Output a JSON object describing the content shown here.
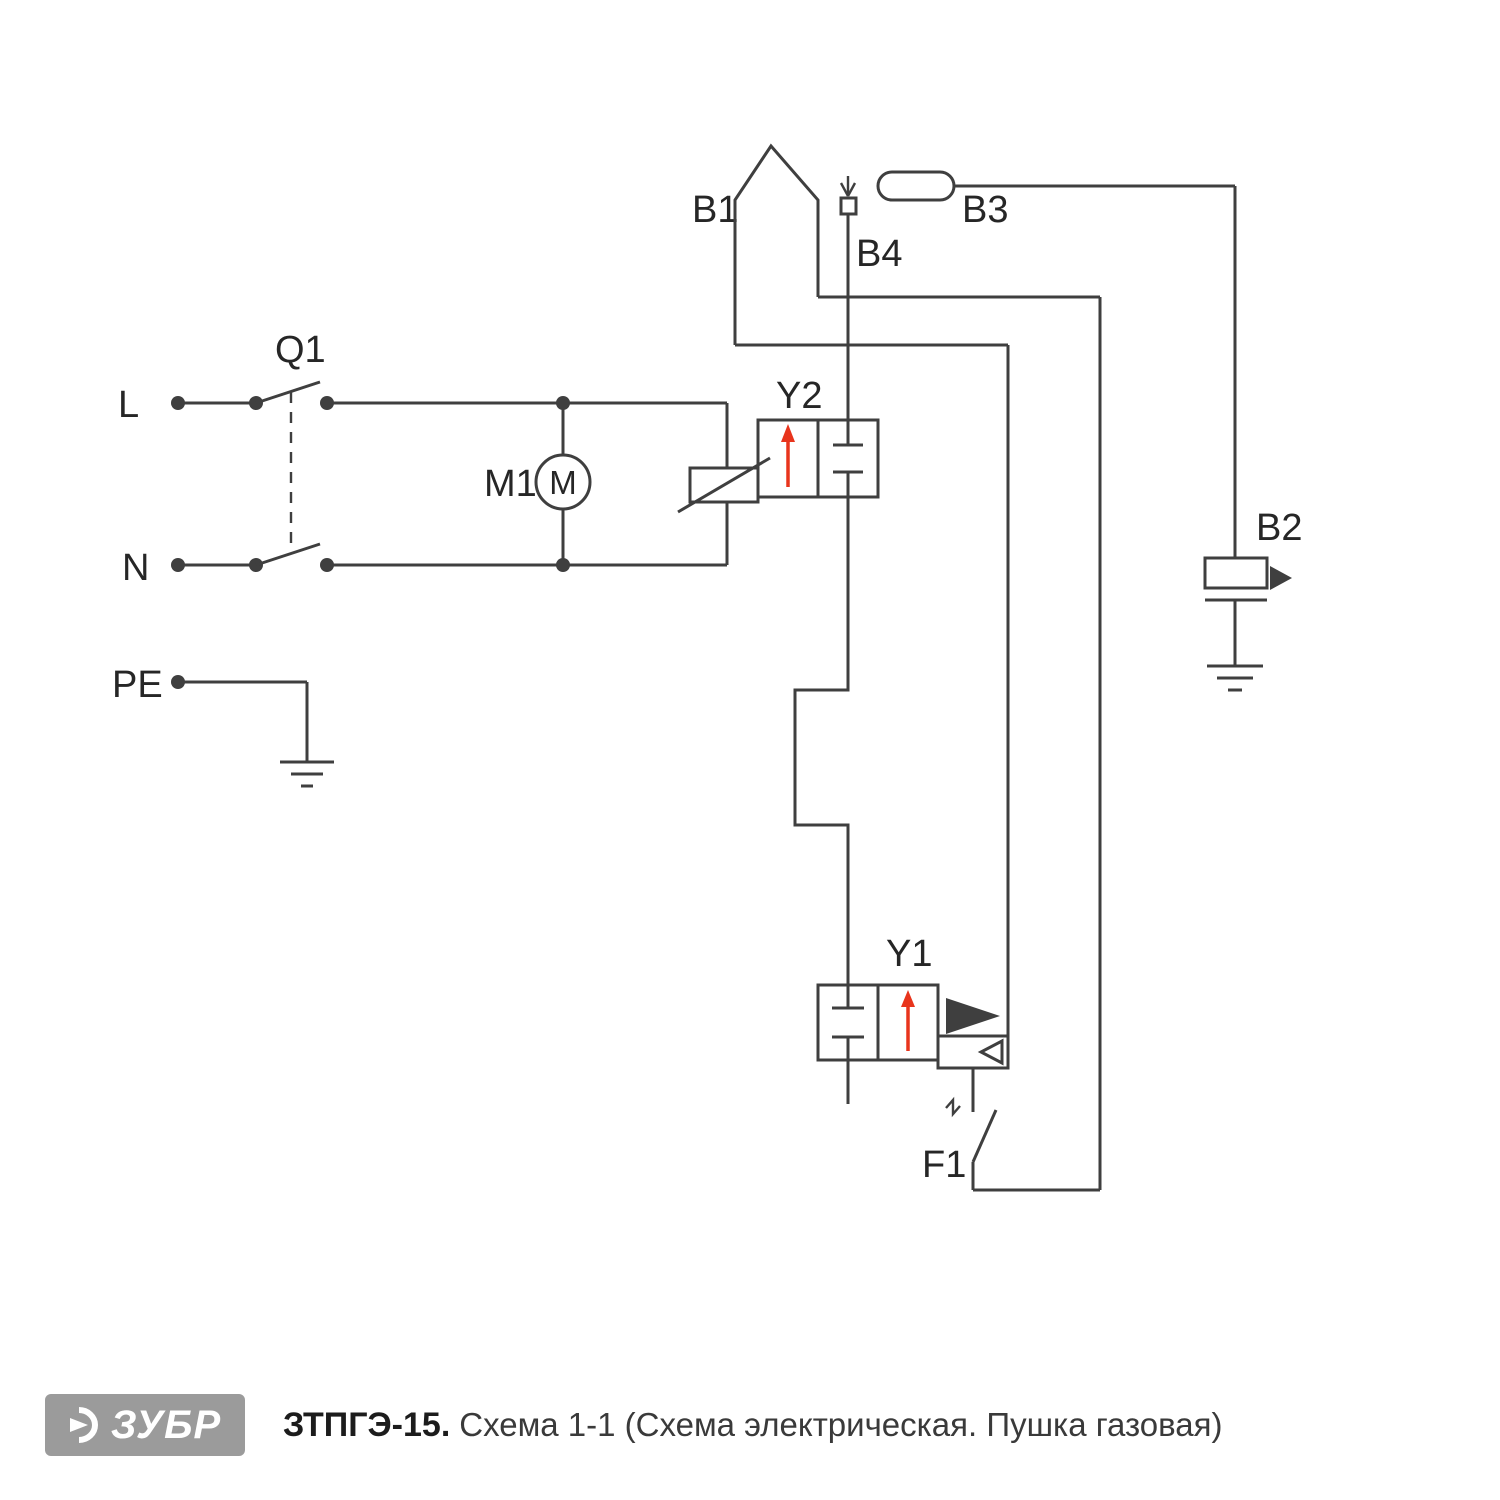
{
  "diagram": {
    "labels": {
      "l": "L",
      "n": "N",
      "pe": "PE",
      "q1": "Q1",
      "m1": "M1",
      "motor": "M",
      "y2": "Y2",
      "y1": "Y1",
      "b1": "B1",
      "b2": "B2",
      "b3": "B3",
      "b4": "B4",
      "f1": "F1"
    },
    "colors": {
      "line": "#3f3f3f",
      "accent_red": "#e8341c",
      "logo_background": "#9b9b9b",
      "logo_text": "#ffffff"
    }
  },
  "footer": {
    "logo": "ЗУБР",
    "model": "ЗТПГЭ-15.",
    "subtitle": "Схема 1-1 (Схема электрическая. Пушка газовая)"
  }
}
